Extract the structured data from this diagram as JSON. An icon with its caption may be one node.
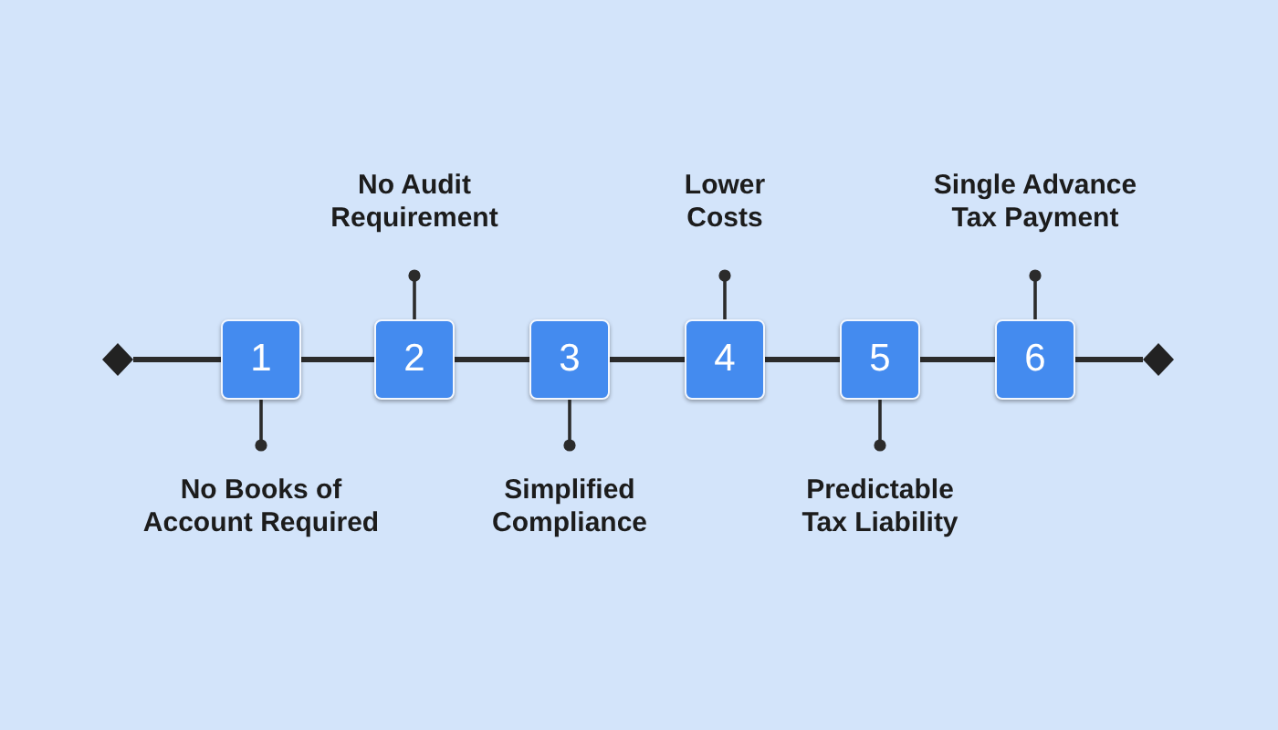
{
  "diagram": {
    "nodes": [
      {
        "text": [
          "No Audit Requirement"
        ]
      },
      {
        "text": [
          "Lower Costs"
        ]
      },
      {
        "text": [
          "Single Advance Tax Payment"
        ]
      },
      {
        "text": [],
        "shape": "diamond"
      },
      {
        "text": [
          "1"
        ]
      },
      {
        "text": [
          "2"
        ]
      },
      {
        "text": [
          "3"
        ]
      },
      {
        "text": [
          "4"
        ]
      },
      {
        "text": [
          "5"
        ]
      },
      {
        "text": [
          "6"
        ]
      },
      {
        "text": [],
        "shape": "diamond"
      },
      {
        "text": [
          "No Books of Account Required"
        ]
      },
      {
        "text": [
          "Simplified Compliance"
        ]
      },
      {
        "text": [
          "Predictable Tax Liability"
        ]
      }
    ],
    "edges": [
      {
        "from": 3,
        "to": 4,
        "arrow": "none"
      },
      {
        "from": 4,
        "to": 5,
        "arrow": "none"
      },
      {
        "from": 5,
        "to": 6,
        "arrow": "none"
      },
      {
        "from": 6,
        "to": 7,
        "arrow": "none"
      },
      {
        "from": 7,
        "to": 8,
        "arrow": "none"
      },
      {
        "from": 8,
        "to": 9,
        "arrow": "none"
      },
      {
        "from": 9,
        "to": 10,
        "arrow": "none"
      },
      {
        "from": 4,
        "to": 11,
        "arrow": "other"
      },
      {
        "from": 5,
        "to": 0,
        "arrow": "other"
      },
      {
        "from": 6,
        "to": 12,
        "arrow": "other"
      },
      {
        "from": 7,
        "to": 1,
        "arrow": "other"
      },
      {
        "from": 8,
        "to": 13,
        "arrow": "other"
      },
      {
        "from": 9,
        "to": 2,
        "arrow": "other"
      }
    ]
  }
}
